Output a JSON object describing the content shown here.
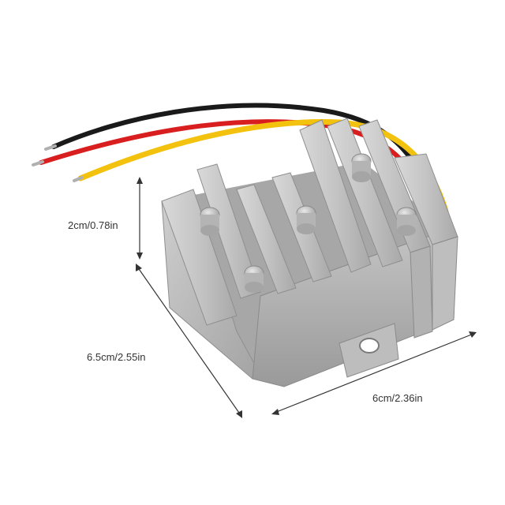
{
  "dimensions": {
    "height_label": "2cm/0.78in",
    "depth_label": "6.5cm/2.55in",
    "width_label": "6cm/2.36in"
  },
  "colors": {
    "background": "#ffffff",
    "housing": "#c9c9c9",
    "housing_shadow": "#9e9e9e",
    "housing_highlight": "#e6e6e6",
    "wire_black": "#1a1a1a",
    "wire_red": "#d81e1e",
    "wire_yellow": "#f2c20f",
    "dimension_line": "#333333"
  }
}
